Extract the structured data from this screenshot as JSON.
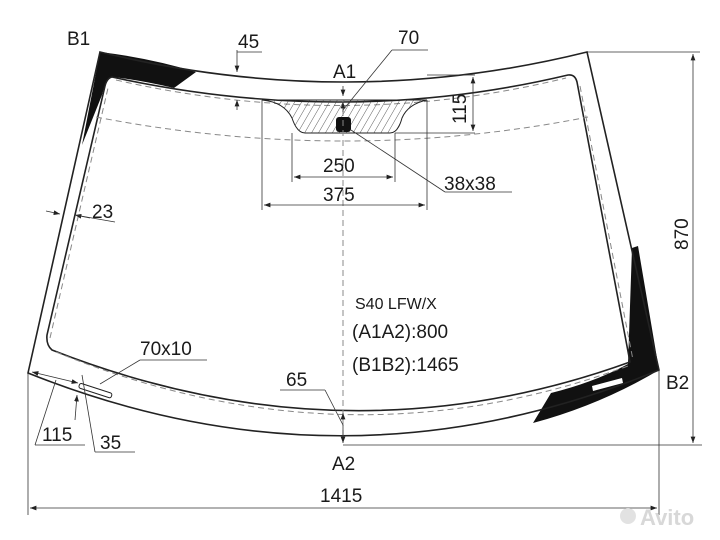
{
  "diagram": {
    "model_code": "S40 LFW/X",
    "a1a2": "(A1A2):800",
    "b1b2": "(B1B2):1465",
    "points": {
      "b1": "B1",
      "b2": "B2",
      "a1": "A1",
      "a2": "A2"
    },
    "dimensions": {
      "width": "1415",
      "height": "870",
      "top_band": "45",
      "to_sensor": "70",
      "sensor_area_height": "115",
      "sensor_area_inner_width": "250",
      "sensor_area_outer_width": "375",
      "sensor_size": "38x38",
      "side_band": "23",
      "vin_window": "70x10",
      "bottom_band": "65",
      "vin_offset": "115",
      "vin_edge": "35"
    },
    "watermark": "Avito"
  }
}
